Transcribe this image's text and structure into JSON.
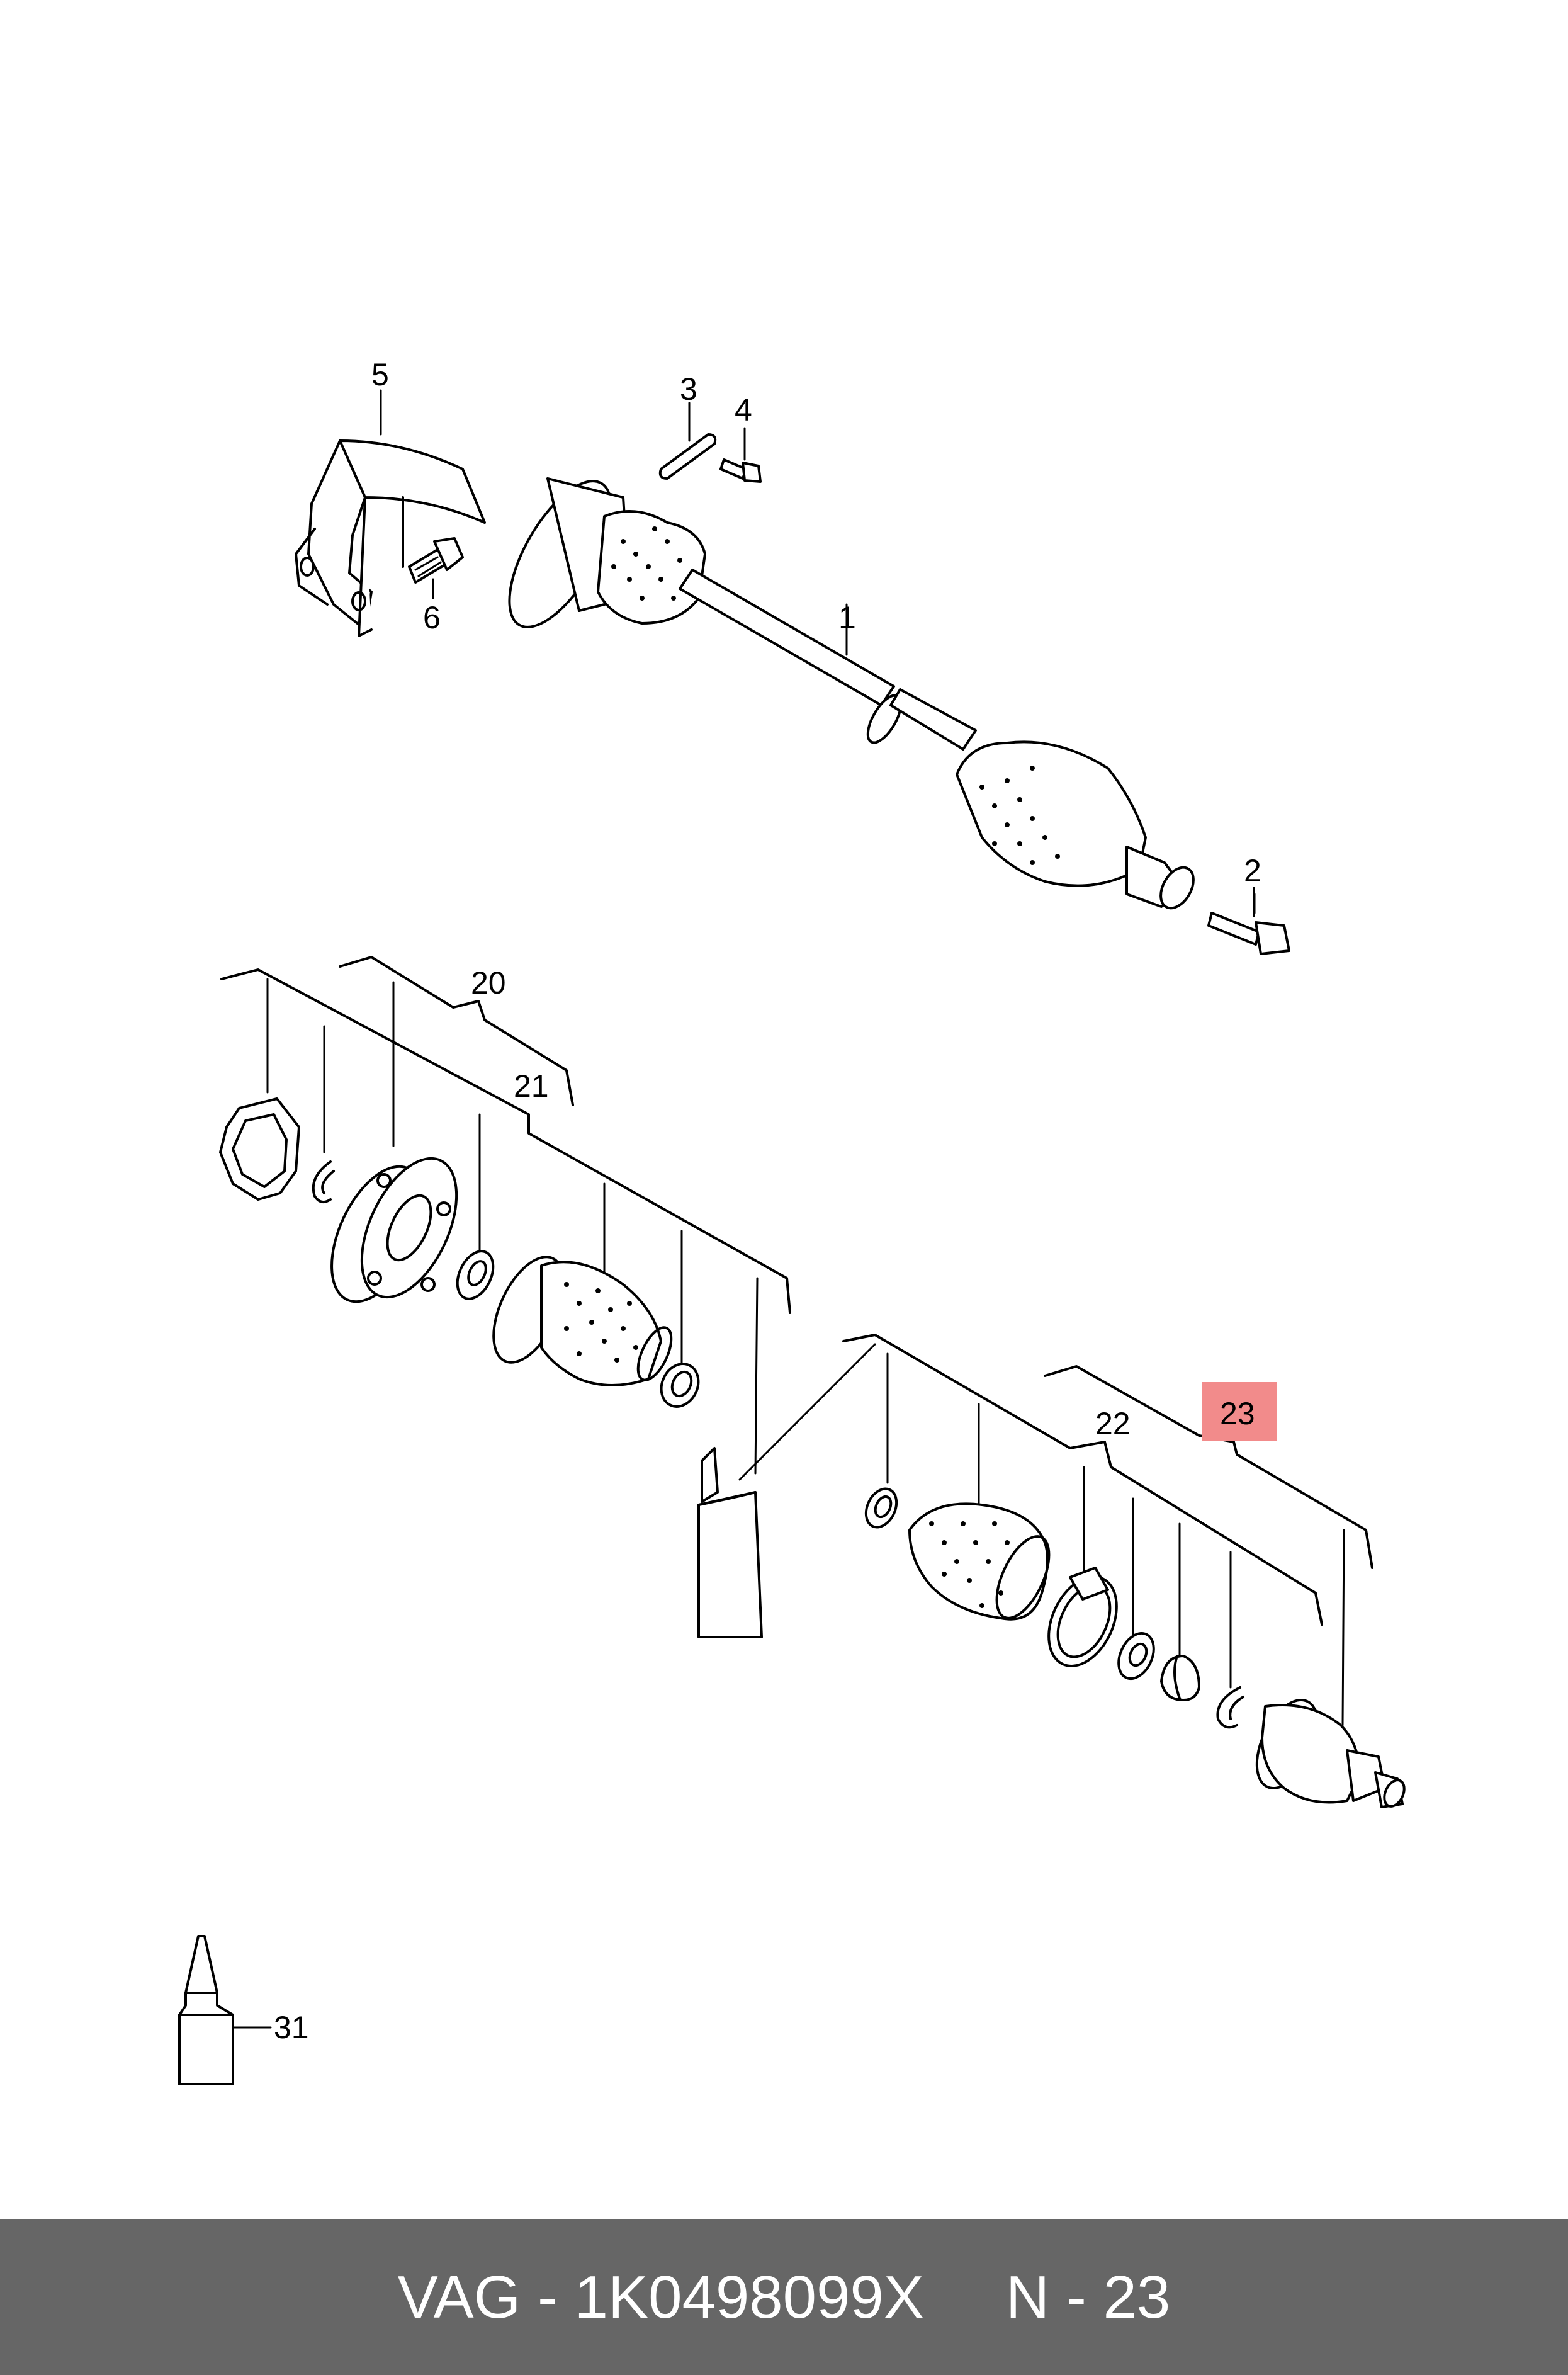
{
  "diagram": {
    "callouts": {
      "c1": "1",
      "c2": "2",
      "c3": "3",
      "c4": "4",
      "c5": "5",
      "c6": "6",
      "c20": "20",
      "c21": "21",
      "c22": "22",
      "c23": "23",
      "c31": "31"
    },
    "highlighted_callout": "23",
    "highlight_color": "#f28b8b"
  },
  "footer": {
    "part_number": "VAG - 1K0498099X",
    "position": "N - 23",
    "background_color": "#666666",
    "text_color": "#ffffff"
  }
}
